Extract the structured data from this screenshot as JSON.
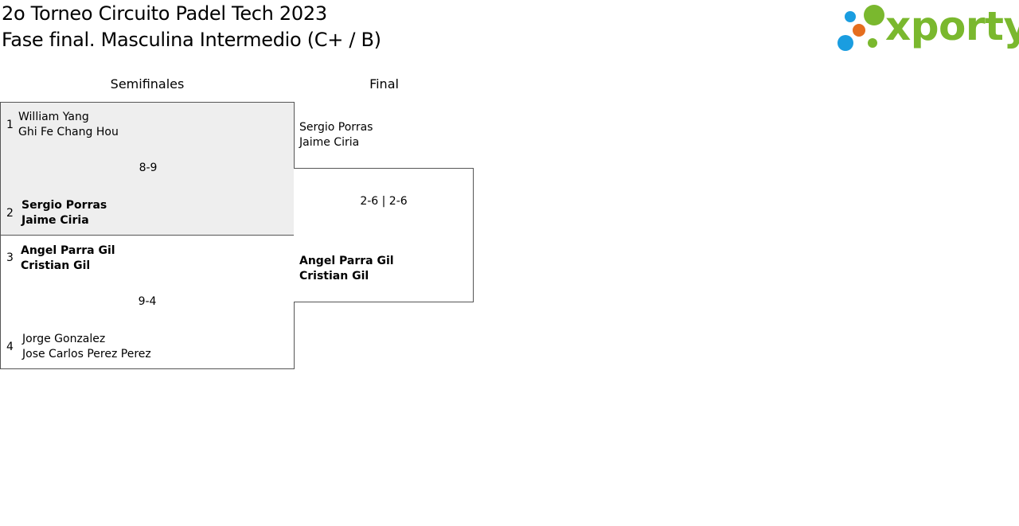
{
  "header": {
    "title_line1": "2o Torneo Circuito Padel Tech 2023",
    "title_line2": "Fase final. Masculina Intermedio (C+ / B)"
  },
  "logo": {
    "text": "xporty",
    "colors": {
      "green": "#7ab82e",
      "blue": "#1a9de0",
      "orange": "#e56e1e"
    }
  },
  "columns": {
    "semifinals": "Semifinales",
    "final": "Final"
  },
  "semifinals": [
    {
      "highlighted": true,
      "background": "#eeeeee",
      "score": "8-9",
      "team_a": {
        "seed": "1",
        "player1": "William Yang",
        "player2": "Ghi Fe Chang Hou",
        "winner": false
      },
      "team_b": {
        "seed": "2",
        "player1": "Sergio Porras",
        "player2": "Jaime Ciria",
        "winner": true
      }
    },
    {
      "highlighted": false,
      "background": "#ffffff",
      "score": "9-4",
      "team_a": {
        "seed": "3",
        "player1": "Angel Parra Gil",
        "player2": "Cristian Gil",
        "winner": true
      },
      "team_b": {
        "seed": "4",
        "player1": "Jorge Gonzalez",
        "player2": "Jose Carlos Perez Perez",
        "winner": false
      }
    }
  ],
  "final": {
    "score": "2-6 | 2-6",
    "team_a": {
      "player1": "Sergio Porras",
      "player2": "Jaime Ciria",
      "winner": false
    },
    "team_b": {
      "player1": "Angel Parra Gil",
      "player2": "Cristian Gil",
      "winner": true
    }
  }
}
